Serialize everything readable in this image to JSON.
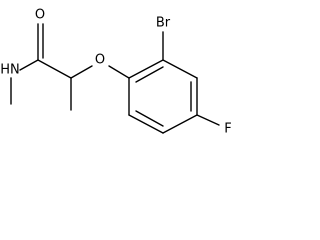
{
  "molecule": {
    "atoms": {
      "oxygen_carbonyl": "O",
      "nitrogen_amide": "HN",
      "oxygen_ether": "O",
      "bromine": "Br",
      "fluorine": "F"
    },
    "colors": {
      "bond": "#000000",
      "label": "#000000",
      "background": "#ffffff"
    }
  }
}
